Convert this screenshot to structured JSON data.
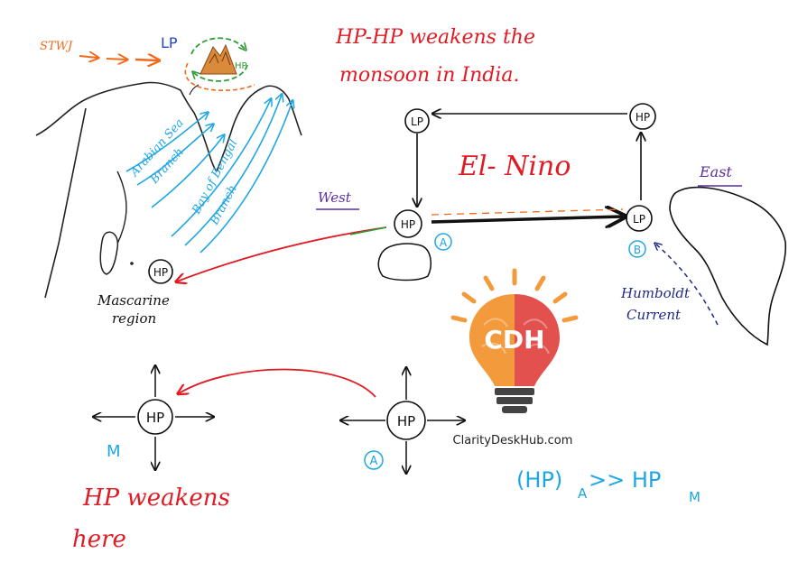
{
  "title": {
    "line1": "HP-HP weakens the",
    "line2": "monsoon in India."
  },
  "india_map": {
    "stwj_label": "STWJ",
    "lp_label": "LP",
    "hp_small_label": "HP",
    "arabian_sea_line1": "Arabian Sea",
    "arabian_sea_line2": "Branch",
    "bay_of_bengal_line1": "Bay of Bengal",
    "bay_of_bengal_line2": "Branch",
    "mascarene_hp": "HP",
    "mascarene_line1": "Mascarine",
    "mascarene_line2": "region"
  },
  "walker_cell": {
    "el_nino_label": "El- Nino",
    "west_label": "West",
    "east_label": "East",
    "lp_top_left": "LP",
    "hp_top_right": "HP",
    "hp_west": "HP",
    "lp_east": "LP",
    "marker_a": "A",
    "marker_b": "B",
    "humboldt_line1": "Humboldt",
    "humboldt_line2": "Current"
  },
  "comparison": {
    "hp_m": "HP",
    "m_label": "M",
    "hp_a": "HP",
    "a_label": "A",
    "weakens_line1": "HP weakens",
    "weakens_line2": "here",
    "formula_main": "(HP)",
    "formula_sub_a": "A",
    "formula_mid": " >> HP",
    "formula_sub_m": "M"
  },
  "logo": {
    "mark": "CDH",
    "site": "ClarityDeskHub.com"
  },
  "colors": {
    "red": "#e01b24",
    "blue": "#1ea7e4",
    "purple": "#5a2ca0",
    "navy": "#1f2a8a",
    "orange": "#f06a1b",
    "green": "#2e9d3a",
    "logo_orange": "#f39a3c",
    "logo_red": "#e2514d"
  }
}
